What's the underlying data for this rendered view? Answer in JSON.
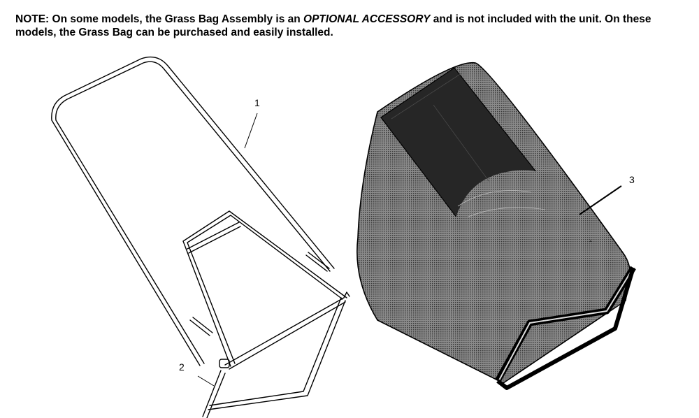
{
  "note": {
    "prefix": "NOTE: On some models, the Grass Bag Assembly is an ",
    "emphasis": "OPTIONAL ACCESSORY",
    "suffix": " and is not included with the unit. On these models, the Grass Bag can be purchased and easily installed."
  },
  "callouts": {
    "frame": "1",
    "bottom_frame": "2",
    "bag": "3"
  },
  "colors": {
    "line": "#000000",
    "bag_fill": "#6a6a6a",
    "bag_opening": "#262626"
  }
}
